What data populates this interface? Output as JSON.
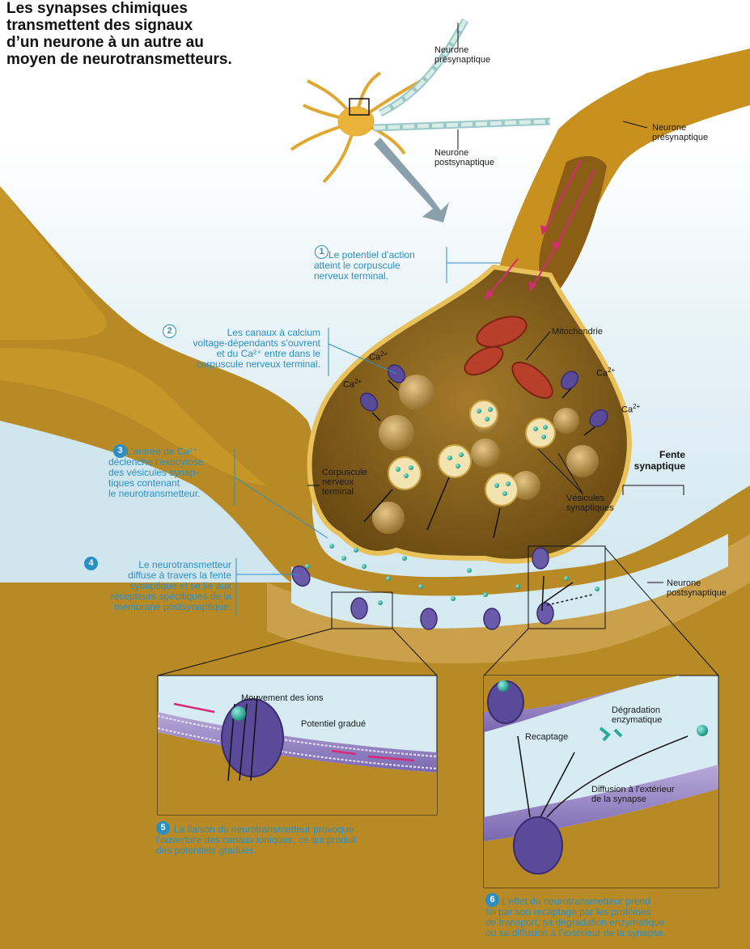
{
  "title": "Les synapses chimiques\ntransmettent des signaux\nd’un neurone à un autre au\nmoyen de neurotransmetteurs.",
  "labels": {
    "neurone_presynaptique_small": "Neurone\nprésynaptique",
    "neurone_postsynaptique_small": "Neurone\npostsynaptique",
    "neurone_presynaptique": "Neurone\nprésynaptique",
    "mitochondrie": "Mitochondrie",
    "fente_synaptique": "Fente\nsynaptique",
    "corpuscule": "Corpuscule\nnerveux\nterminal",
    "vesicules": "Vésicules\nsynaptiques",
    "neurone_postsynaptique": "Neurone\npostsynaptique",
    "ca": "Ca",
    "ca_sup": "2+"
  },
  "steps": [
    {
      "num": "1",
      "text": "Le potentiel d’action\natteint le corpuscule\nnerveux terminal."
    },
    {
      "num": "2",
      "text": "Les canaux à calcium\nvoltage-dépendants s’ouvrent\net du Ca²⁺ entre dans le\ncorpuscule nerveux terminal."
    },
    {
      "num": "3",
      "text": "L’entrée de Ca²⁺\ndéclenche l’exocytose\ndes vésicules synap-\ntiques contenant\nle neurotransmetteur."
    },
    {
      "num": "4",
      "text": "Le neurotransmetteur\ndiffuse à travers la fente\nsynaptique et se lie aux\nrécepteurs spécifiques de la\nmembrane postsynaptique."
    },
    {
      "num": "5",
      "text": "La liaison du neurotransmetteur provoque\nl’ouverture des canaux ioniques, ce qui produit\ndes potentiels gradués."
    },
    {
      "num": "6",
      "text": "L’effet du neurotransmetteur prend\nfin par son recaptage par les protéines\nde transport, sa dégradation enzymatique\nou sa diffusion à l’extérieur de la synapse."
    }
  ],
  "inset_left": {
    "mouvement": "Mouvement des ions",
    "potentiel": "Potentiel gradué"
  },
  "inset_right": {
    "recaptage": "Recaptage",
    "degradation": "Dégradation\nenzymatique",
    "diffusion": "Diffusion à l’extérieur\nde la synapse"
  },
  "colors": {
    "neuron": "#c8901e",
    "neuron_light": "#e8c15a",
    "cleft": "#cfe6ee",
    "step_text": "#2b8fc4",
    "channel": "#5a4a9a",
    "neurotransmitter": "#2aa89a",
    "arrow": "#d8287a"
  }
}
